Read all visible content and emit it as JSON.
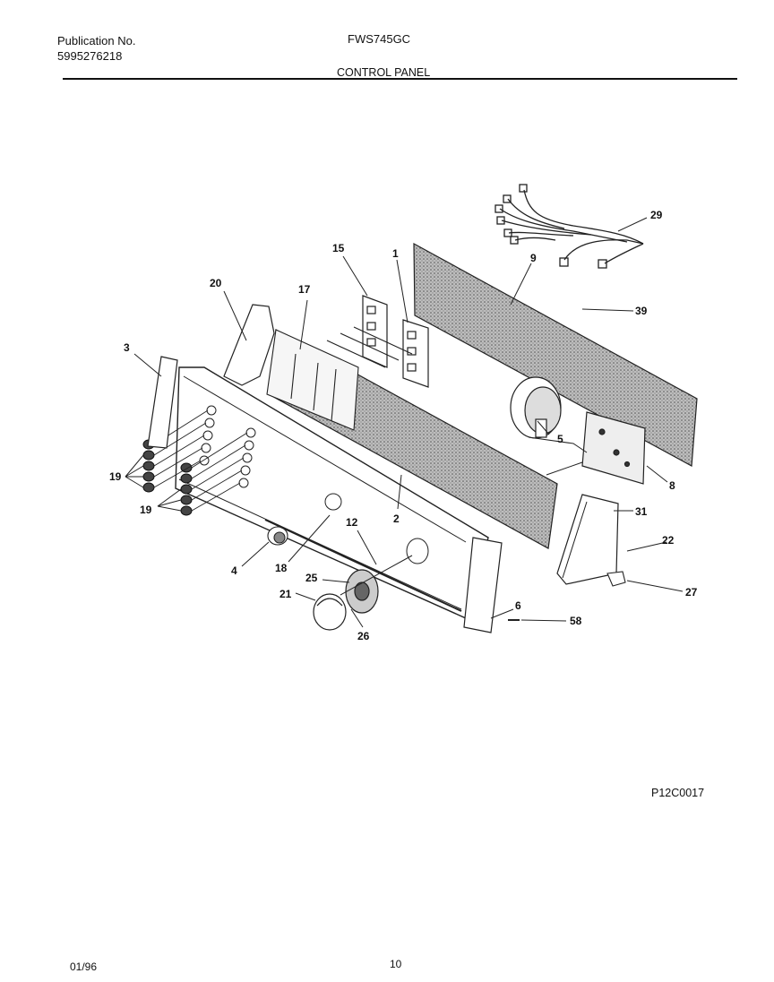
{
  "header": {
    "publication_label": "Publication No.",
    "publication_number": "5995276218",
    "model": "FWS745GC",
    "section_title": "CONTROL PANEL"
  },
  "diagram": {
    "callouts": [
      "29",
      "9",
      "39",
      "15",
      "1",
      "20",
      "17",
      "3",
      "5",
      "8",
      "19",
      "19",
      "2",
      "31",
      "22",
      "12",
      "4",
      "18",
      "27",
      "25",
      "21",
      "6",
      "58",
      "26"
    ]
  },
  "footer": {
    "drawing_code": "P12C0017",
    "date": "01/96",
    "page": "10"
  }
}
